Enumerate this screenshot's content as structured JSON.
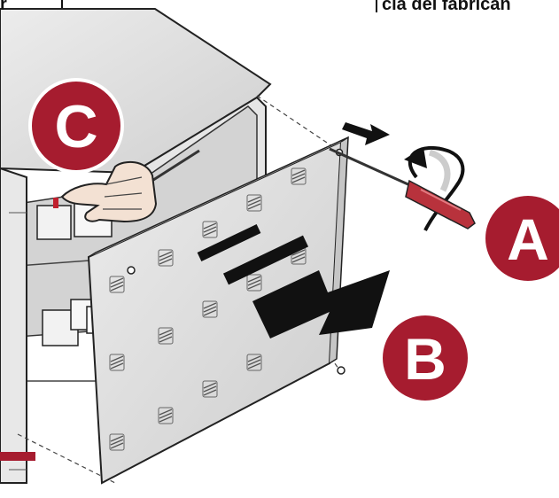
{
  "header": {
    "left_fragment": "r",
    "right_fragment": "cia del fabrican"
  },
  "callouts": {
    "a": "A",
    "b": "B",
    "c": "C"
  },
  "colors": {
    "badge": "#a61c2f",
    "screwdriver_handle": "#b8323c",
    "panel": "#dcdcdc",
    "cabinet_top": "#dedede",
    "arrow": "#111111",
    "accent_bar": "#a61c2f"
  },
  "icons": {
    "arrow_a": "curved-rotate-arrow",
    "arrow_b": "large-pull-arrow",
    "hand": "pointing-hand",
    "tool": "screwdriver"
  }
}
